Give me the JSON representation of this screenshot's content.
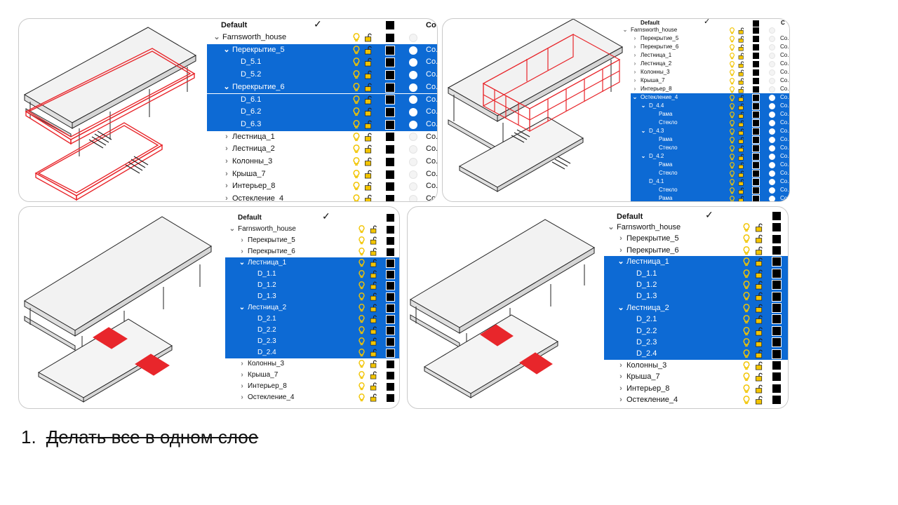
{
  "colors": {
    "selection": "#0d6ad4",
    "highlight": "#e8262b",
    "icon": "#f2c400"
  },
  "icons": {
    "visibility": "lightbulb-icon",
    "lock": "padlock-icon",
    "expand": "chevron-icon",
    "color": "color-swatch",
    "check": "checkmark-icon"
  },
  "panels": [
    {
      "header": "Default",
      "code_header": "Co",
      "root": "Farnsworth_house",
      "rows": [
        {
          "label": "Перекрытие_5",
          "selected": true,
          "expanded": true,
          "code": "Co."
        },
        {
          "label": "D_5.1",
          "selected": true,
          "code": "Co."
        },
        {
          "label": "D_5.2",
          "selected": true,
          "code": "Co."
        },
        {
          "label": "Перекрытие_6",
          "selected": true,
          "expanded": true,
          "code": "Co."
        },
        {
          "label": "D_6.1",
          "selected": true,
          "code": "Co."
        },
        {
          "label": "D_6.2",
          "selected": true,
          "code": "Co."
        },
        {
          "label": "D_6.3",
          "selected": true,
          "code": "Co."
        },
        {
          "label": "Лестница_1",
          "selected": false,
          "code": "Co."
        },
        {
          "label": "Лестница_2",
          "selected": false,
          "code": "Co."
        },
        {
          "label": "Колонны_3",
          "selected": false,
          "code": "Co."
        },
        {
          "label": "Крыша_7",
          "selected": false,
          "code": "Co."
        },
        {
          "label": "Интерьер_8",
          "selected": false,
          "code": "Co."
        },
        {
          "label": "Остекление_4",
          "selected": false,
          "code": "Co."
        }
      ]
    },
    {
      "header": "Default",
      "code_header": "C",
      "root": "Farnsworth_house",
      "rows": [
        {
          "label": "Перекрытие_5",
          "selected": false,
          "code": "Co."
        },
        {
          "label": "Перекрытие_6",
          "selected": false,
          "code": "Co."
        },
        {
          "label": "Лестница_1",
          "selected": false,
          "code": "Co."
        },
        {
          "label": "Лестница_2",
          "selected": false,
          "code": "Co."
        },
        {
          "label": "Колонны_3",
          "selected": false,
          "code": "Co."
        },
        {
          "label": "Крыша_7",
          "selected": false,
          "code": "Co."
        },
        {
          "label": "Интерьер_8",
          "selected": false,
          "code": "Co."
        },
        {
          "label": "Остекление_4",
          "selected": true,
          "expanded": true,
          "code": "Co."
        },
        {
          "label": "D_4.4",
          "selected": true,
          "expanded": true,
          "code": "Co."
        },
        {
          "label": "Рама",
          "selected": true,
          "code": "Co."
        },
        {
          "label": "Стекло",
          "selected": true,
          "code": "Co."
        },
        {
          "label": "D_4.3",
          "selected": true,
          "expanded": true,
          "code": "Co."
        },
        {
          "label": "Рама",
          "selected": true,
          "code": "Co."
        },
        {
          "label": "Стекло",
          "selected": true,
          "code": "Co."
        },
        {
          "label": "D_4.2",
          "selected": true,
          "expanded": true,
          "code": "Co."
        },
        {
          "label": "Рама",
          "selected": true,
          "code": "Co."
        },
        {
          "label": "Стекло",
          "selected": true,
          "code": "Co."
        },
        {
          "label": "D_4.1",
          "selected": true,
          "code": "Co."
        },
        {
          "label": "Стекло",
          "selected": true,
          "code": "Co."
        },
        {
          "label": "Рама",
          "selected": true,
          "code": "Co."
        }
      ]
    },
    {
      "header": "Default",
      "root": "Farnsworth_house",
      "rows": [
        {
          "label": "Перекрытие_5",
          "selected": false
        },
        {
          "label": "Перекрытие_6",
          "selected": false
        },
        {
          "label": "Лестница_1",
          "selected": true,
          "expanded": true
        },
        {
          "label": "D_1.1",
          "selected": true
        },
        {
          "label": "D_1.2",
          "selected": true
        },
        {
          "label": "D_1.3",
          "selected": true
        },
        {
          "label": "Лестница_2",
          "selected": true,
          "expanded": true
        },
        {
          "label": "D_2.1",
          "selected": true
        },
        {
          "label": "D_2.2",
          "selected": true
        },
        {
          "label": "D_2.3",
          "selected": true
        },
        {
          "label": "D_2.4",
          "selected": true
        },
        {
          "label": "Колонны_3",
          "selected": false
        },
        {
          "label": "Крыша_7",
          "selected": false
        },
        {
          "label": "Интерьер_8",
          "selected": false
        },
        {
          "label": "Остекление_4",
          "selected": false
        }
      ]
    },
    {
      "header": "Default",
      "root": "Farnsworth_house",
      "rows": [
        {
          "label": "Перекрытие_5",
          "selected": false
        },
        {
          "label": "Перекрытие_6",
          "selected": false
        },
        {
          "label": "Лестница_1",
          "selected": true,
          "expanded": true
        },
        {
          "label": "D_1.1",
          "selected": true
        },
        {
          "label": "D_1.2",
          "selected": true
        },
        {
          "label": "D_1.3",
          "selected": true
        },
        {
          "label": "Лестница_2",
          "selected": true,
          "expanded": true
        },
        {
          "label": "D_2.1",
          "selected": true
        },
        {
          "label": "D_2.2",
          "selected": true
        },
        {
          "label": "D_2.3",
          "selected": true
        },
        {
          "label": "D_2.4",
          "selected": true
        },
        {
          "label": "Колонны_3",
          "selected": false
        },
        {
          "label": "Крыша_7",
          "selected": false
        },
        {
          "label": "Интерьер_8",
          "selected": false
        },
        {
          "label": "Остекление_4",
          "selected": false
        }
      ]
    }
  ],
  "caption": {
    "number": "1.",
    "text": "Делать все в одном слое"
  }
}
